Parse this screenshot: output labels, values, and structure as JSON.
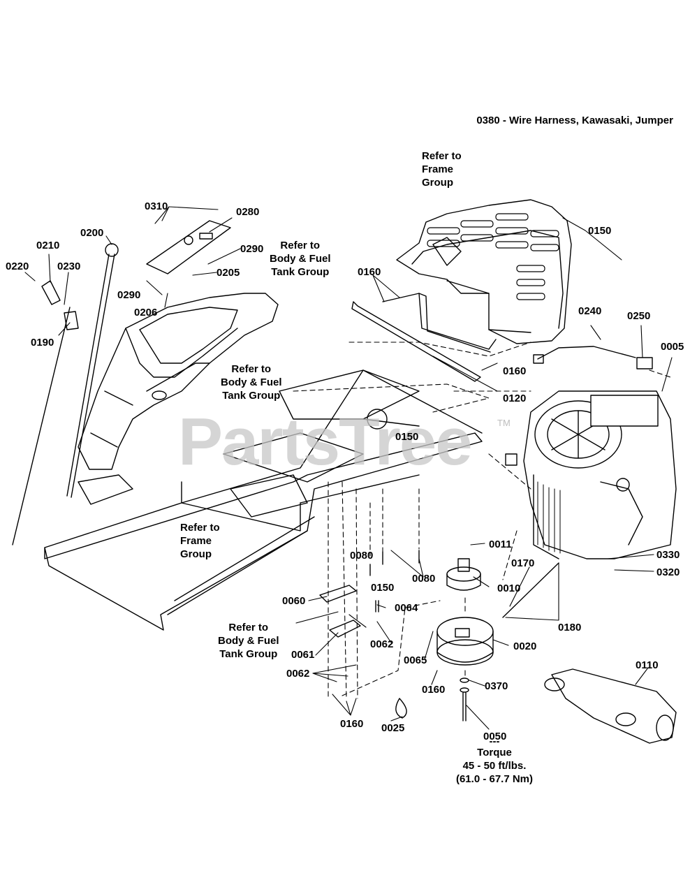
{
  "header": "0380 - Wire Harness, Kawasaki, Jumper",
  "watermark": {
    "brand": "PartsTree",
    "tm": "TM"
  },
  "refs": {
    "frame_top": [
      "Refer to",
      "Frame",
      "Group"
    ],
    "body_fuel_left": [
      "Refer to",
      "Body & Fuel",
      "Tank Group"
    ],
    "body_fuel_mid": [
      "Refer to",
      "Body & Fuel",
      "Tank Group"
    ],
    "frame_left": [
      "Refer to",
      "Frame",
      "Group"
    ],
    "body_fuel_bottom": [
      "Refer to",
      "Body & Fuel",
      "Tank Group"
    ]
  },
  "parts": {
    "p0310": "0310",
    "p0280": "0280",
    "p0200": "0200",
    "p0210": "0210",
    "p0220": "0220",
    "p0230": "0230",
    "p0290a": "0290",
    "p0205": "0205",
    "p0290b": "0290",
    "p0206": "0206",
    "p0190": "0190",
    "p0160a": "0160",
    "p0150a": "0150",
    "p0240": "0240",
    "p0250": "0250",
    "p0005": "0005",
    "p0160b": "0160",
    "p0120": "0120",
    "p0150b": "0150",
    "p0011": "0011",
    "p0170": "0170",
    "p0330": "0330",
    "p0320": "0320",
    "p0080a": "0080",
    "p0080b": "0080",
    "p0150c": "0150",
    "p0010": "0010",
    "p0060": "0060",
    "p0064": "0064",
    "p0180": "0180",
    "p0062a": "0062",
    "p0020": "0020",
    "p0061": "0061",
    "p0065": "0065",
    "p0110": "0110",
    "p0062b": "0062",
    "p0370": "0370",
    "p0160c": "0160",
    "p0160d": "0160",
    "p0025": "0025",
    "p0050": "0050"
  },
  "torque": {
    "dashes": "---",
    "title": "Torque",
    "value": "45 - 50 ft/lbs.",
    "metric": "(61.0 - 67.7 Nm)"
  }
}
